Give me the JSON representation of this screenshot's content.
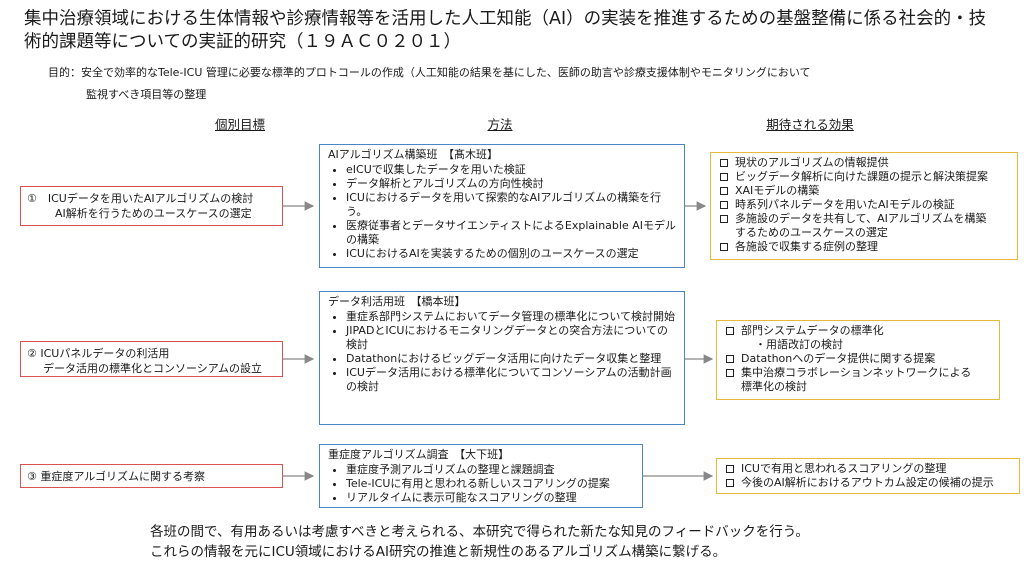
{
  "title": {
    "line1": "集中治療領域における生体情報や診療情報等を活用した人工知能（AI）の実装を推進するための基盤整備に係る社会的・技",
    "line2": "術的課題等についての実証的研究（１９ＡＣ０２０１）"
  },
  "purpose": {
    "line1": "目的：安全で効率的なTele-ICU 管理に必要な標準的プロトコールの作成（人工知能の結果を基にした、医師の助言や診療支援体制やモニタリングにおいて",
    "line2": "監視すべき項目等の整理"
  },
  "headers": {
    "goals": "個別目標",
    "methods": "方法",
    "effects": "期待される効果"
  },
  "rows": [
    {
      "goal": {
        "line1": "①　ICUデータを用いたAIアルゴリズムの検討",
        "line2": "AI解析を行うためのユースケースの選定"
      },
      "method": {
        "title": "AIアルゴリズム構築班　【髙木班】",
        "items": [
          "eICUで収集したデータを用いた検証",
          "データ解析とアルゴリズムの方向性検討",
          "ICUにおけるデータを用いて探索的なAIアルゴリズムの構築を行う。",
          "医療従事者とデータサイエンティストによるExplainable AIモデルの構築",
          "ICUにおけるAIを実装するための個別のユースケースの選定"
        ]
      },
      "effects": [
        "現状のアルゴリズムの情報提供",
        "ビッグデータ解析に向けた課題の提示と解決策提案",
        "XAIモデルの構築",
        "時系列パネルデータを用いたAIモデルの検証",
        "多施設のデータを共有して、AIアルゴリズムを構築",
        "するためのユースケースの選定",
        "各施設で収集する症例の整理"
      ]
    },
    {
      "goal": {
        "line1": "②  ICUパネルデータの利活用",
        "line2": "データ活用の標準化とコンソーシアムの設立"
      },
      "method": {
        "title": "データ利活用班　【橋本班】",
        "items": [
          "重症系部門システムにおいてデータ管理の標準化について検討開始",
          "JIPADとICUにおけるモニタリングデータとの突合方法についての検討",
          "Datathonにおけるビッグデータ活用に向けたデータ収集と整理",
          "ICUデータ活用における標準化についてコンソーシアムの活動計画の検討"
        ]
      },
      "effects": [
        "部門システムデータの標準化",
        "・用語改訂の検討",
        "Datathonへのデータ提供に関する提案",
        "集中治療コラボレーションネットワークによる",
        "標準化の検討"
      ]
    },
    {
      "goal": {
        "line1": "③  重症度アルゴリズムに関する考察"
      },
      "method": {
        "title": "重症度アルゴリズム調査　【大下班】",
        "items": [
          "重症度予測アルゴリズムの整理と課題調査",
          "Tele-ICUに有用と思われる新しいスコアリングの提案",
          "リアルタイムに表示可能なスコアリングの整理"
        ]
      },
      "effects": [
        "ICUで有用と思われるスコアリングの整理",
        "今後のAI解析におけるアウトカム設定の候補の提示"
      ]
    }
  ],
  "footer": {
    "line1": "各班の間で、有用あるいは考慮すべきと考えられる、本研究で得られた新たな知見のフィードバックを行う。",
    "line2": "これらの情報を元にICU領域におけるAI研究の推進と新規性のあるアルゴリズム構築に繋げる。"
  },
  "colors": {
    "goal_border": "#d9534f",
    "method_border": "#4a86c5",
    "effect_border": "#e8b83b",
    "arrow": "#888888"
  }
}
